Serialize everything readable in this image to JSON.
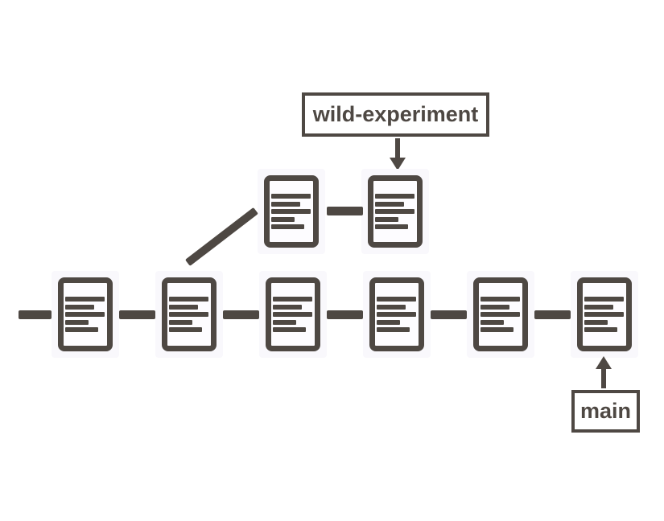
{
  "diagram": {
    "branch_label": "wild-experiment",
    "main_label": "main",
    "main_commit_count": 6,
    "branch_commit_count": 2,
    "branch_forks_after_main_commit": 2,
    "branch_label_points_to": "last commit of wild-experiment branch",
    "main_label_points_to": "last commit of main branch"
  },
  "colors": {
    "stroke": "#4e4843",
    "doc_fill": "#fdfcff",
    "halo": "#f9f8fc",
    "label_bg": "#ffffff",
    "page_bg": "#ffffff"
  }
}
